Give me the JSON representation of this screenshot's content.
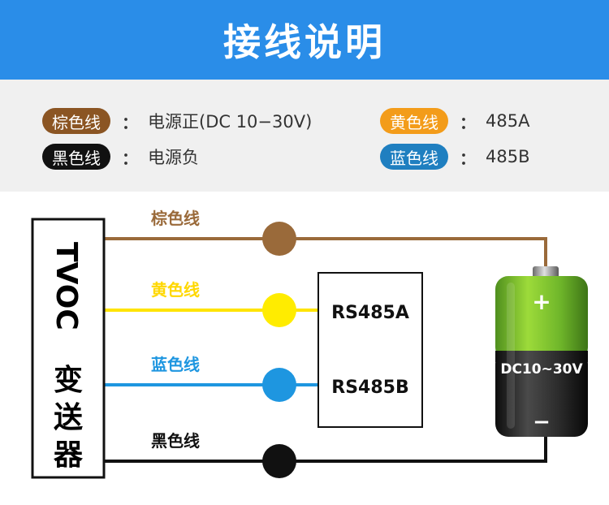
{
  "header": {
    "title": "接线说明"
  },
  "legend": {
    "items": [
      {
        "label": "棕色线",
        "desc": "电源正(DC 10−30V)",
        "color": "#8b5523"
      },
      {
        "label": "黄色线",
        "desc": "485A",
        "color": "#f39c1a"
      },
      {
        "label": "黑色线",
        "desc": "电源负",
        "color": "#111111"
      },
      {
        "label": "蓝色线",
        "desc": "485B",
        "color": "#1f7fc0"
      }
    ],
    "colon": "："
  },
  "diagram": {
    "device": {
      "line1": "TVOC",
      "line2": "变送器"
    },
    "wires": [
      {
        "label": "棕色线",
        "color": "#9a6a3a",
        "dot_color": "#9a6a3a"
      },
      {
        "label": "黄色线",
        "color": "#ffe400",
        "dot_color": "#ffec00"
      },
      {
        "label": "蓝色线",
        "color": "#1e96e0",
        "dot_color": "#1e96e0"
      },
      {
        "label": "黑色线",
        "color": "#111111",
        "dot_color": "#111111"
      }
    ],
    "terminals": {
      "a": "RS485A",
      "b": "RS485B"
    },
    "battery": {
      "plus": "+",
      "minus": "−",
      "label": "DC10~30V"
    }
  }
}
